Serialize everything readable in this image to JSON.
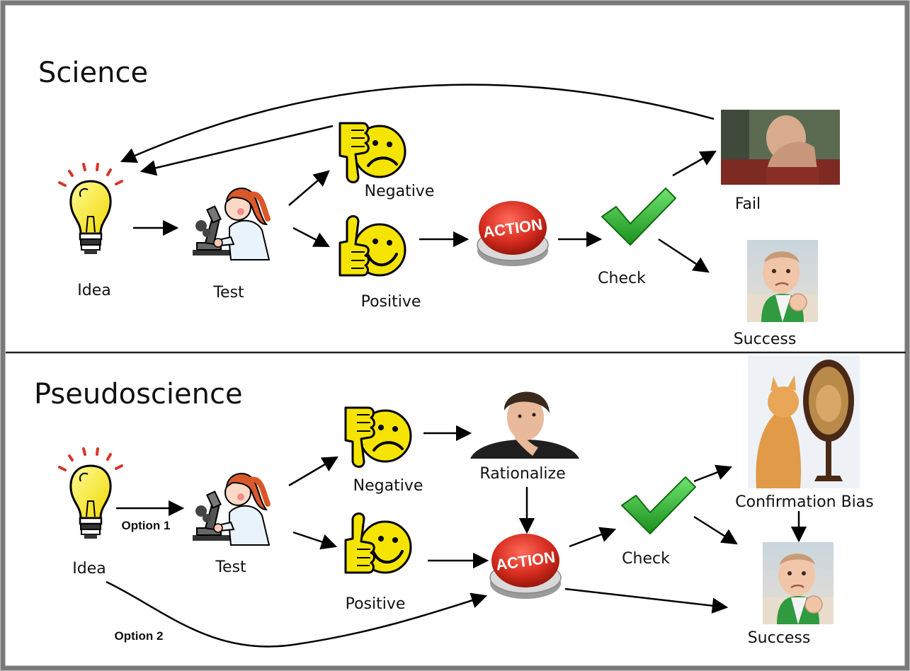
{
  "science": {
    "title": "Science",
    "idea": "Idea",
    "test": "Test",
    "negative": "Negative",
    "positive": "Positive",
    "check": "Check",
    "fail": "Fail",
    "success": "Success",
    "action": "ACTION"
  },
  "pseudoscience": {
    "title": "Pseudoscience",
    "idea": "Idea",
    "option1": "Option 1",
    "option2": "Option 2",
    "test": "Test",
    "negative": "Negative",
    "positive": "Positive",
    "rationalize": "Rationalize",
    "check": "Check",
    "confirmation_bias": "Confirmation Bias",
    "success": "Success",
    "action": "ACTION"
  },
  "icons": [
    "lightbulb-icon",
    "scientist-microscope-icon",
    "thumbs-down-sad-icon",
    "thumbs-up-smile-icon",
    "action-button-icon",
    "checkmark-icon",
    "facepalm-photo",
    "success-kid-photo",
    "thinking-man-photo",
    "cat-mirror-lion-photo"
  ],
  "colors": {
    "frame": "#7a7a7a",
    "smiley_yellow": "#f5e400",
    "action_red": "#d42b1e",
    "check_green": "#2eb82e"
  }
}
